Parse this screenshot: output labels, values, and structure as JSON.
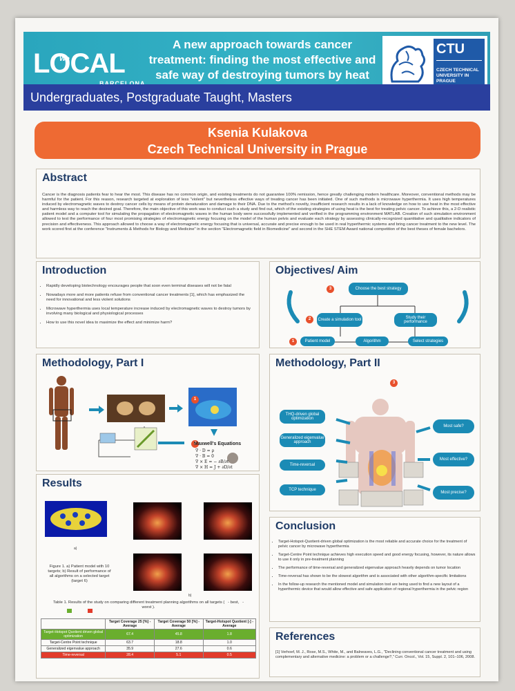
{
  "header": {
    "logo_main": "LOCAL",
    "logo_inner": "We",
    "logo_sub": "BARCELONA",
    "title": "A new approach towards cancer treatment: finding the most effective and safe way of destroying tumors by heat",
    "ctu_abbr": "CTU",
    "ctu_name": "CZECH TECHNICAL UNIVERSITY IN PRAGUE",
    "audience": "Undergraduates, Postgraduate Taught, Masters"
  },
  "author": {
    "name": "Ksenia Kulakova",
    "institution": "Czech Technical University in Prague"
  },
  "abstract": {
    "heading": "Abstract",
    "text": "Cancer is the diagnosis patients fear to hear the most. This disease has no common origin, and existing treatments do not guarantee 100% remission, hence greatly challenging modern healthcare. Moreover, conventional methods may be harmful for the patient. For this reason, research targeted at exploration of less \"violent\" but nevertheless effective ways of treating cancer has been initiated. One of such methods is microwave hyperthermia. It uses high temperatures induced by electromagnetic waves to destroy cancer cells by means of protein denaturation and damage to their DNA. Due to the method's novelty, insufficient research results in a lack of knowledge on how to use heat in the most effective and harmless way to reach the desired goal. Therefore, the main objective of this work was to conduct such a study and find out, which of the existing strategies of using heat is the best for treating pelvic cancer. To achieve this, a 2-D realistic patient model and a computer tool for simulating the propagation of electromagnetic waves in the human body were successfully implemented and verified in the programming environment MATLAB. Creation of such simulation environment allowed to test the performance of four most promising strategies of electromagnetic energy focusing on the model of the human pelvis and evaluate each strategy by assessing clinically-recognized quantitative and qualitative indicators of precision and effectiveness. This approach allowed to choose a way of electromagnetic energy focusing that is universal, accurate and precise enough to be used in real hyperthermic systems and bring cancer treatment to the new level. The work scored first at the conference \"Instruments & Methods for Biology and Medicine\" in the section \"Electromagnetic field in Biomedicine\" and second in the SHE STEM Award national competition of the best theses of female bachelors."
  },
  "intro": {
    "heading": "Introduction",
    "items": [
      "Rapidly developing biotechnology encourages people that soon even terminal diseases will not be fatal",
      "Nowadays more and more patients refuse from conventional cancer treatments [1], which has emphasized the need for innovational and less violent solutions",
      "Microwave hyperthermia uses local temperature increase induced by electromagnetic waves to destroy tumors by involving many biological and physiological processes",
      "How to use this novel idea to maximize the effect and minimize harm?"
    ]
  },
  "objectives": {
    "heading": "Objectives/ Aim",
    "nodes": {
      "choose": "Choose the best strategy",
      "sim": "Create a simulation tool",
      "study": "Study their performance",
      "patient": "Patient model",
      "algorithm": "Algorithm",
      "select": "Select strategies"
    },
    "nums": [
      "3",
      "2",
      "1"
    ]
  },
  "meth1": {
    "heading": "Methodology, Part I",
    "maxwell_title": "Maxwell's Equations",
    "eq": [
      "∇ · D = ρ",
      "∇ · B = 0",
      "∇ × E = − ∂B/∂t",
      "∇ × H = J + ∂D/∂t"
    ],
    "nums": [
      "1",
      "2"
    ]
  },
  "meth2": {
    "heading": "Methodology, Part II",
    "strategies": [
      "THQ-driven global optimization",
      "Generalized eigenvalue approach",
      "Time-reversal",
      "TCP technique"
    ],
    "questions": [
      "Most safe?",
      "Most effective?",
      "Most precise?"
    ],
    "num": "3"
  },
  "results": {
    "heading": "Results",
    "fig_a": "a)",
    "fig_b": "b)",
    "caption": "Figure 1. a) Patient model with 10 targets; b) Result of performance of all algorithms on a selected target (target 6)",
    "table_caption": "Table 1. Results of the study on comparing different treatment planning algorithms on all targets (   - best,   - worst ).",
    "columns": [
      "",
      "Target Coverage 25 [%] - Average",
      "Target Coverage 50 [%] - Average",
      "Target-Hotspot Quotient [-] - Average"
    ],
    "rows": [
      [
        "Target-Hotspot Quotient driven global optimization",
        "67.4",
        "45.8",
        "1.8"
      ],
      [
        "Target-Centre Point technique",
        "63.7",
        "18.8",
        "1.0"
      ],
      [
        "Generalized eigenvalue approach",
        "35.9",
        "27.6",
        "0.6"
      ],
      [
        "Time-reversal",
        "28.4",
        "5.1",
        "0.5"
      ]
    ]
  },
  "conclusion": {
    "heading": "Conclusion",
    "items": [
      "Target-Hotspot-Quotient-driven global optimization is the most reliable and accurate choice for the treatment of pelvic cancer by microwave hyperthermia",
      "Target-Centre Point technique achieves high execution speed and good energy focusing, however, its nature allows to use it only in pre-treatment planning",
      "The performance of time-reversal and generalized eigenvalue approach heavily depends on tumor location",
      "Time-reversal has shown to be the slowest algorithm and is associated with other algorithm-specific limitations",
      "In the follow-up research the mentioned model and simulation tool are being used to find a new layout of a hyperthermic device that would allow effective and safe application of regional hyperthermia in the pelvic region"
    ]
  },
  "references": {
    "heading": "References",
    "text": "[1] Verhoef, M. J., Rose, M.S., White, M., and Balneaves, L.G., \"Declining conventional cancer treatment and using complementary and alternative medicine: a problem or a challenge?,\" Curr. Oncol., Vol. 15, Suppl. 2, 101–106, 2008."
  },
  "colors": {
    "header": "#2aa6bd",
    "band": "#2a3f9e",
    "author": "#ee6a33",
    "best": "#6aae2e",
    "worst": "#e23b2b",
    "node": "#1b8bb5"
  }
}
